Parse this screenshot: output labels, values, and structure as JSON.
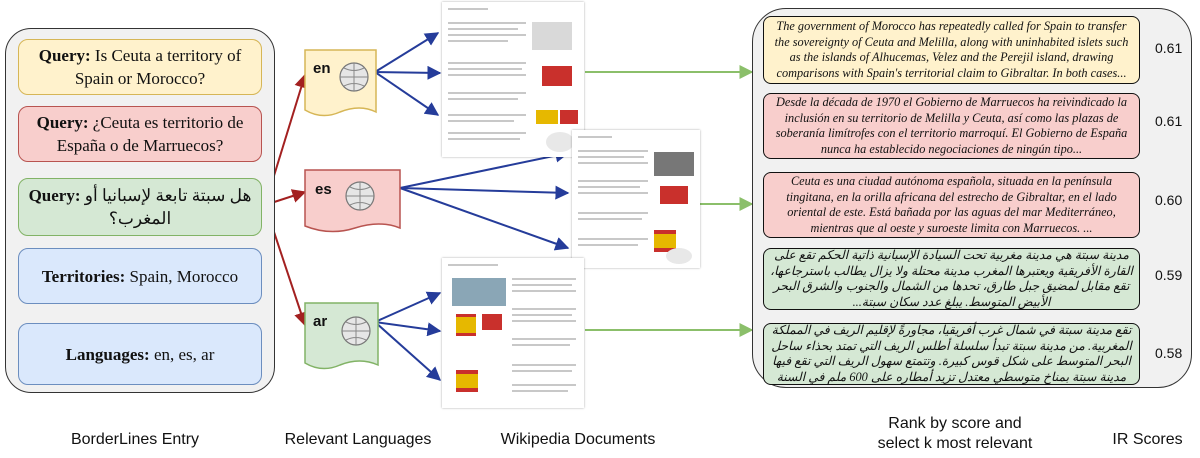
{
  "entry": {
    "query_en_label": "Query:",
    "query_en_text": "Is Ceuta a territory of Spain or Morocco?",
    "query_es_label": "Query:",
    "query_es_text": "¿Ceuta es territorio de España o de Marruecos?",
    "query_ar_label": "Query:",
    "query_ar_text": "هل سبتة تابعة لإسبانيا أو المغرب؟",
    "territories_label": "Territories:",
    "territories_value": "Spain, Morocco",
    "languages_label": "Languages:",
    "languages_value": "en, es, ar"
  },
  "languages": [
    "en",
    "es",
    "ar"
  ],
  "ir_results": [
    {
      "text": "The government of Morocco has repeatedly called for Spain to transfer the sovereignty of Ceuta and Melilla, along with uninhabited islets such as the islands of Alhucemas, Velez and the Perejil island, drawing comparisons with Spain's territorial claim to Gibraltar. In both cases...",
      "score": "0.61",
      "color": "yellow"
    },
    {
      "text": "Desde la década de 1970 el Gobierno de Marruecos ha reivindicado la inclusión en su territorio de Melilla y Ceuta, así como las plazas de soberanía limítrofes con el territorio marroquí. El Gobierno de España nunca ha establecido negociaciones de ningún tipo...",
      "score": "0.61",
      "color": "red"
    },
    {
      "text": "Ceuta es una ciudad autónoma española, situada en la península tingitana, en la orilla africana del estrecho de Gibraltar, en el lado oriental de este. Está bañada por las aguas del mar Mediterráneo, mientras que al oeste y suroeste limita con Marruecos. ...",
      "score": "0.60",
      "color": "red"
    },
    {
      "text": "مدينة سبتة هي مدينة مغربية تحت السيادة الإسبانية ذاتية الحكم تقع على القارة الأفريقية ويعتبرها المغرب مدينة محتلة ولا يزال يطالب باسترجاعها، تقع مقابل لمضيق جبل طارق، تحدها من الشمال والجنوب والشرق البحر الأبيض المتوسط. يبلغ عدد سكان سبتة...",
      "score": "0.59",
      "color": "green"
    },
    {
      "text": "تقع مدينة سبتة في شمال غرب أفريقيا، مجاورةً لإقليم الريف في المملكة المغربية. من مدينة سبتة تبدأ سلسلة أطلس الريف التي تمتد بحذاء ساحل البحر المتوسط على شكل قوس كبيرة. وتتمتع سهول الريف التي تقع فيها مدينة سبتة بمناخ متوسطي معتدل تزيد أمطاره على 600 ملم في السنة",
      "score": "0.58",
      "color": "green"
    }
  ],
  "captions": {
    "entry": "BorderLines Entry",
    "languages": "Relevant Languages",
    "documents": "Wikipedia Documents",
    "rank_line1": "Rank by score and",
    "rank_line2": "select k most relevant",
    "scores": "IR Scores"
  },
  "colors": {
    "red_arrow": "#a32020",
    "blue_arrow": "#253c9a",
    "green_arrow": "#8bbf6a"
  }
}
